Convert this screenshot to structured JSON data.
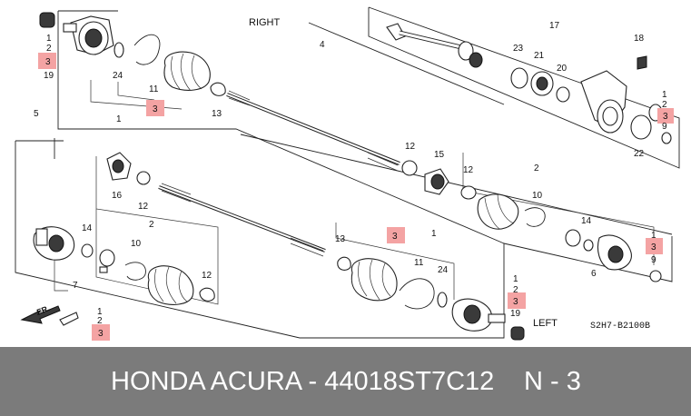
{
  "diagram": {
    "title_right": "RIGHT",
    "title_left": "LEFT",
    "code": "S2H7-B2100B",
    "front_arrow": "FR.",
    "callouts": {
      "c1": "1",
      "c2": "2",
      "c19": "19",
      "c24": "24",
      "c11": "11",
      "c13": "13",
      "c4": "4",
      "c5": "5",
      "c17": "17",
      "c18": "18",
      "c23": "23",
      "c21": "21",
      "c20": "20",
      "c22": "22",
      "c9": "9",
      "c12": "12",
      "c15": "15",
      "c16": "16",
      "c14": "14",
      "c10": "10",
      "c6": "6",
      "c7": "7",
      "c3": "3"
    },
    "highlighted_ref": "3"
  },
  "footer": {
    "part_text": "HONDA ACURA - 44018ST7C12",
    "qty_text": "N - 3"
  },
  "colors": {
    "footer_bg": "#7b7b7b",
    "highlight": "#f4a3a3"
  }
}
